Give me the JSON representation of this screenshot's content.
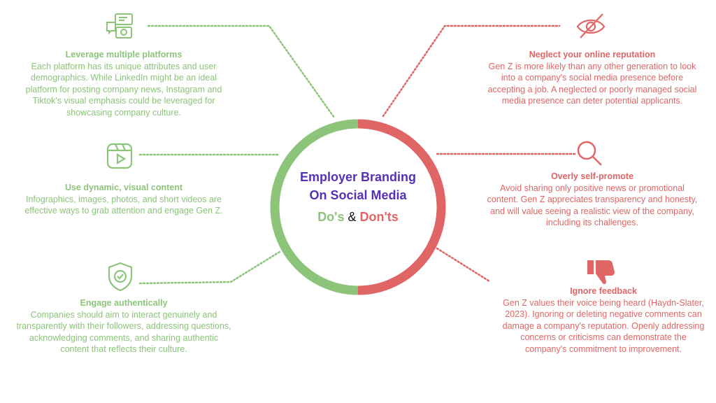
{
  "center": {
    "title_line1": "Employer Branding",
    "title_line2": "On Social Media",
    "dos": "Do's",
    "amp": "&",
    "donts": "Don'ts"
  },
  "colors": {
    "do": "#8cc47a",
    "dont": "#e06666",
    "title": "#5630b8"
  },
  "dos": [
    {
      "icon": "chat-bubbles-icon",
      "title": "Leverage multiple platforms",
      "text": "Each platform has its unique attributes and user demographics. While LinkedIn might be an ideal platform for posting company news, Instagram and Tiktok's visual emphasis could be leveraged for showcasing company culture."
    },
    {
      "icon": "video-play-icon",
      "title": "Use dynamic, visual content",
      "text": "Infographics, images, photos, and short videos are effective ways to grab attention and engage Gen Z."
    },
    {
      "icon": "shield-check-icon",
      "title": "Engage authentically",
      "text": "Companies should aim to interact genuinely and transparently with their followers, addressing questions, acknowledging comments, and sharing authentic content that reflects their culture."
    }
  ],
  "donts": [
    {
      "icon": "eye-slash-icon",
      "title": "Neglect your online reputation",
      "text": "Gen Z is more likely than any other generation to look into a company's social media presence before accepting a job. A neglected or poorly managed social media presence can deter potential applicants."
    },
    {
      "icon": "magnifier-icon",
      "title": "Overly self-promote",
      "text": "Avoid sharing only positive news or promotional content. Gen Z appreciates transparency and honesty, and will value seeing a realistic view of the company, including its challenges."
    },
    {
      "icon": "thumbs-down-icon",
      "title": "Ignore feedback",
      "text": "Gen Z values their voice being heard (Haydn-Slater, 2023). Ignoring or deleting negative comments can damage a company's reputation. Openly addressing concerns or criticisms can demonstrate the company's commitment to improvement."
    }
  ]
}
